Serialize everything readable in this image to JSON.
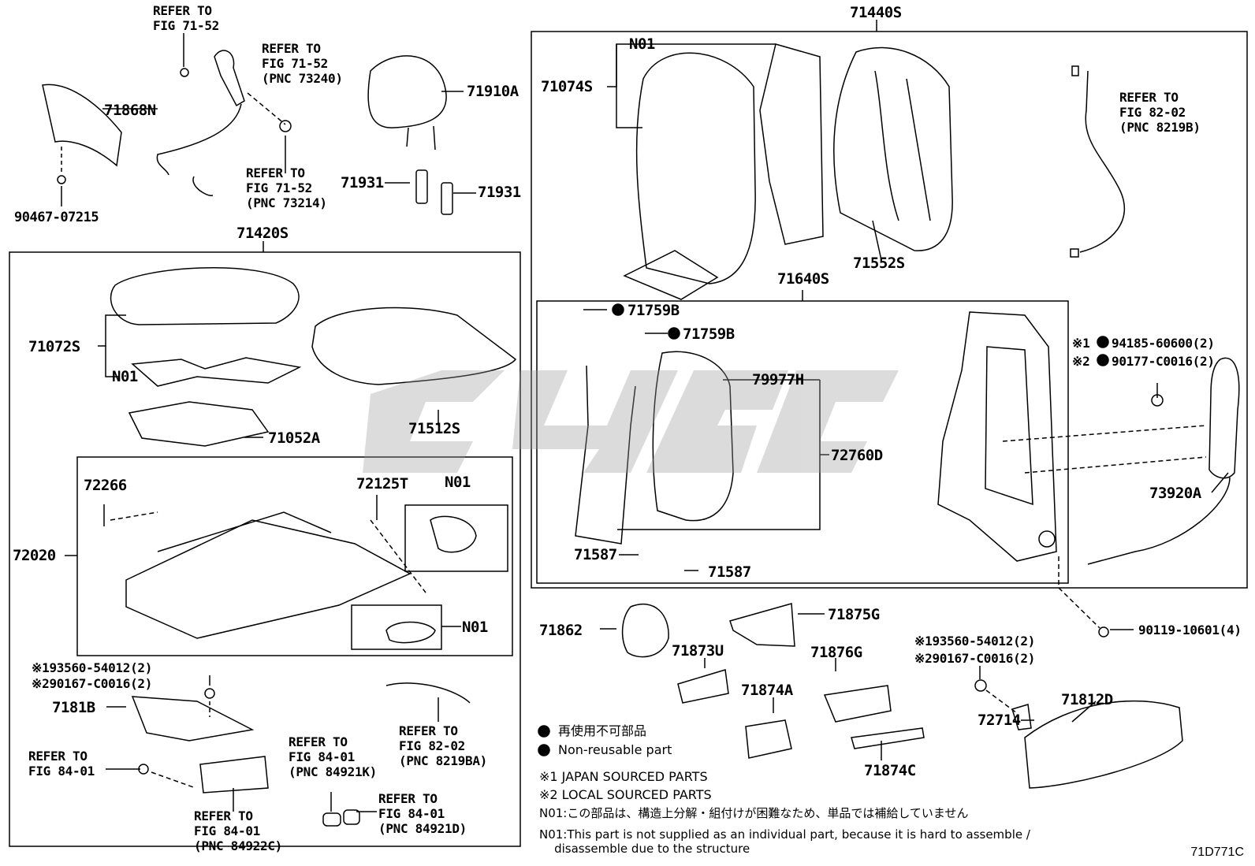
{
  "figure_code": "71D771C",
  "assemblies": {
    "seat_back_assy": "71440S",
    "seat_cushion_assy": "71420S",
    "seat_back_frame_assy": "71640S"
  },
  "parts": {
    "p71868N": "71868N",
    "p90467": "90467-07215",
    "p71910A": "71910A",
    "p71931a": "71931",
    "p71931b": "71931",
    "p71074S": "71074S",
    "pN01_back": "N01",
    "p71552S": "71552S",
    "p71072S": "71072S",
    "pN01_cushion": "N01",
    "p71512S": "71512S",
    "p71052A": "71052A",
    "p72266": "72266",
    "p72125T": "72125T",
    "pN01_adj_top": "N01",
    "p72020": "72020",
    "pN01_adj_bottom": "N01",
    "p71759B_a": "71759B",
    "p71759B_b": "71759B",
    "p79977H": "79977H",
    "p72760D": "72760D",
    "p71587_a": "71587",
    "p71587_b": "71587",
    "p94185": "94185-60600(2)",
    "p90177": "90177-C0016(2)",
    "mark1": "※1",
    "mark2": "※2",
    "p73920A": "73920A",
    "p90119": "90119-10601(4)",
    "p71862": "71862",
    "p71873U": "71873U",
    "p71875G": "71875G",
    "p71876G": "71876G",
    "p71874A": "71874A",
    "p71874C": "71874C",
    "p193560_right": "※193560-54012(2)",
    "p290167_right": "※290167-C0016(2)",
    "p72714": "72714",
    "p71812D": "71812D",
    "p193560_left": "※193560-54012(2)",
    "p290167_left": "※290167-C0016(2)",
    "p7181B": "7181B"
  },
  "references": {
    "r1": "REFER TO\nFIG 71-52",
    "r2": "REFER TO\nFIG 71-52\n(PNC 73240)",
    "r3": "REFER TO\nFIG 71-52\n(PNC 73214)",
    "r4": "REFER TO\nFIG 82-02\n(PNC 8219B)",
    "r5": "REFER TO\nFIG 82-02\n(PNC 8219BA)",
    "r6": "REFER TO\nFIG 84-01",
    "r7": "REFER TO\nFIG 84-01\n(PNC 84921K)",
    "r8": "REFER TO\nFIG 84-01\n(PNC 84921D)",
    "r9": "REFER TO\nFIG 84-01\n(PNC 84922C)"
  },
  "legend": {
    "non_reusable_jp": "再使用不可部品",
    "non_reusable_en": "Non-reusable part",
    "mark1_note": "※1 JAPAN SOURCED PARTS",
    "mark2_note": "※2 LOCAL SOURCED PARTS",
    "n01_jp": "N01:この部品は、構造上分解・組付けが困難なため、単品では補給していません",
    "n01_en": "N01:This part is not supplied as an individual part, because it is hard to assemble /\n    disassemble due to the structure"
  }
}
